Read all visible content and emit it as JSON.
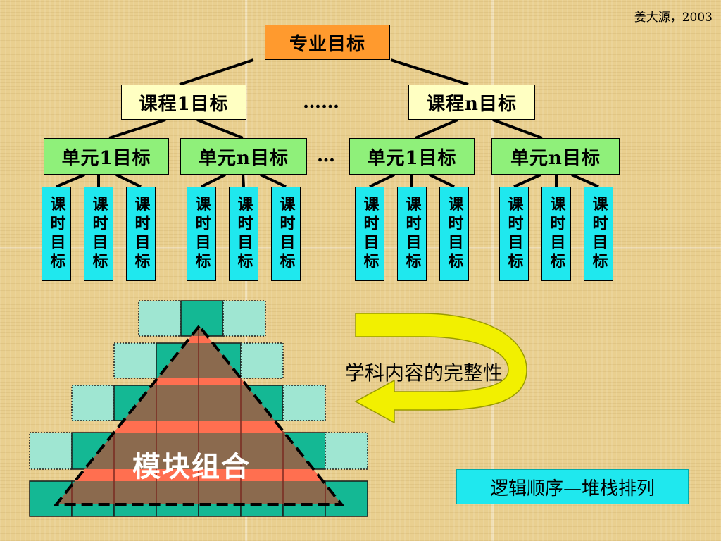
{
  "author": "姜大源，2003",
  "root": "专业目标",
  "courses": [
    "课程1目标",
    "课程n目标"
  ],
  "course_ellipsis": "……",
  "units": [
    "单元1目标",
    "单元n目标",
    "单元1目标",
    "单元n目标"
  ],
  "unit_ellipsis": "…",
  "lesson_label": "课时目标",
  "lessons": [
    "课时目标",
    "课时目标",
    "课时目标",
    "课时目标",
    "课时目标",
    "课时目标",
    "课时目标",
    "课时目标",
    "课时目标",
    "课时目标",
    "课时目标",
    "课时目标"
  ],
  "arrow_label": "学科内容的完整性",
  "pyramid_label": "模块组合",
  "bottom_label": "逻辑顺序—堆栈排列",
  "colors": {
    "background": "#e9cf8f",
    "root": "#ff9a2e",
    "course": "#ffffc2",
    "unit": "#8ff07a",
    "lesson": "#1fe8ee",
    "pyramid_fill": "#8b6a4e",
    "pyramid_band": "#ff6f50",
    "grid_solid": "#14b894",
    "grid_light": "#9fe6d2",
    "arrow": "#f2f000"
  }
}
